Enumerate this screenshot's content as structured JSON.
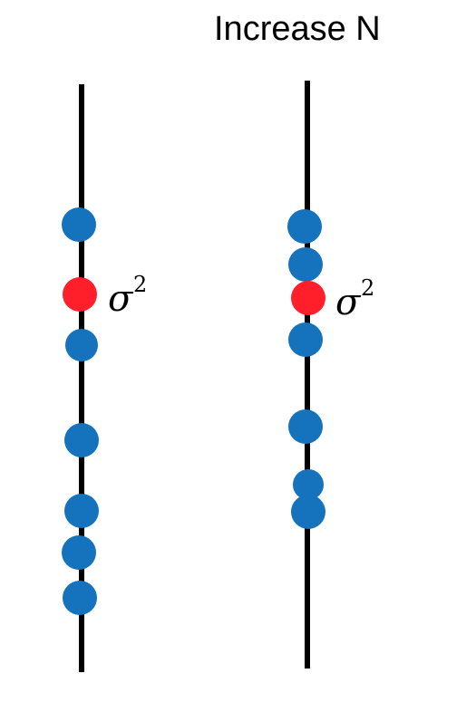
{
  "title": "Increase N",
  "sigma_label": {
    "symbol": "σ",
    "exponent": "2"
  },
  "colors": {
    "axis": "#000000",
    "sample": "#1573be",
    "target": "#ff1f2a"
  },
  "panels": [
    {
      "id": "left",
      "samples_count": 6
    },
    {
      "id": "right",
      "samples_count": 6
    }
  ]
}
